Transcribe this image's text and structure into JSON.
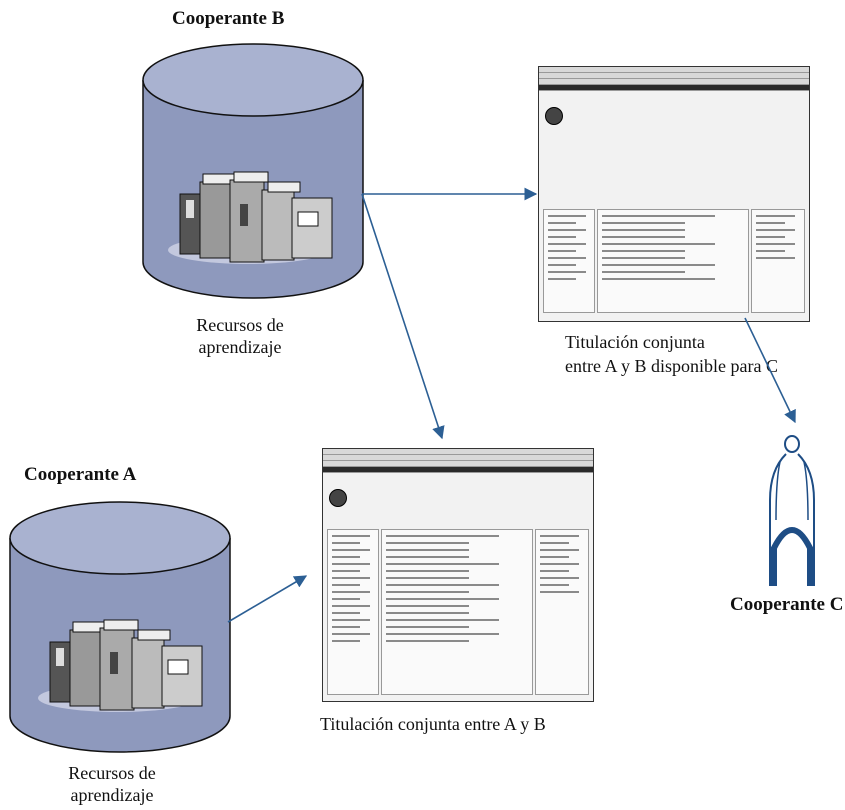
{
  "labels": {
    "cooperante_b": "Cooperante B",
    "cooperante_a": "Cooperante A",
    "cooperante_c": "Cooperante C",
    "recursos_b_line1": "Recursos de",
    "recursos_b_line2": "aprendizaje",
    "recursos_a_line1": "Recursos de",
    "recursos_a_line2": "aprendizaje",
    "titulacion_bc_line1": "Titulación conjunta",
    "titulacion_bc_line2": "entre A y B disponible para C",
    "titulacion_ab": "Titulación conjunta entre A y B"
  },
  "colors": {
    "cylinder_fill": "#8e99bd",
    "cylinder_top": "#a9b2d0",
    "arrow": "#2c5f94",
    "person": "#1e4d85"
  }
}
